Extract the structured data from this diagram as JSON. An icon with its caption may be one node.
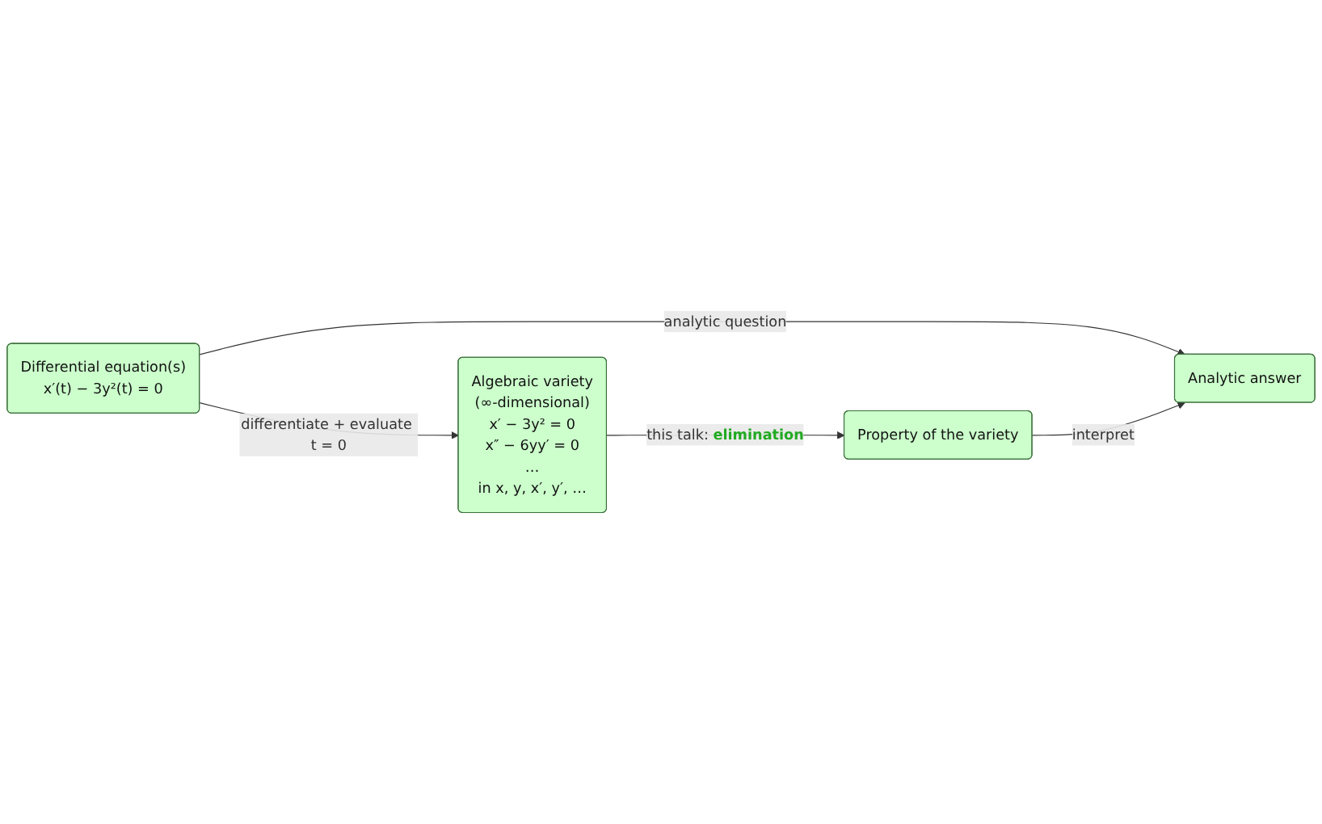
{
  "diagram": {
    "nodes": [
      {
        "text": [
          "Differential equation(s)",
          "x′(t) − 3y²(t) = 0"
        ]
      },
      {
        "text": [
          "Analytic answer"
        ]
      },
      {
        "text": [
          "Algebraic variety",
          "(∞-dimensional)",
          "x′ − 3y² = 0",
          "x″ − 6yy′ = 0",
          "…",
          "in x, y, x′, y′, …"
        ]
      },
      {
        "text": [
          "Property of the variety"
        ]
      }
    ],
    "edges": [
      {
        "from": 0,
        "to": 1,
        "arrow": "to",
        "label": "analytic question"
      },
      {
        "from": 0,
        "to": 2,
        "arrow": "to",
        "label": "differentiate + evaluate t = 0"
      },
      {
        "from": 2,
        "to": 3,
        "arrow": "to",
        "label": "this talk: **elimination**"
      },
      {
        "from": 3,
        "to": 1,
        "arrow": "to",
        "label": "interpret"
      }
    ]
  }
}
